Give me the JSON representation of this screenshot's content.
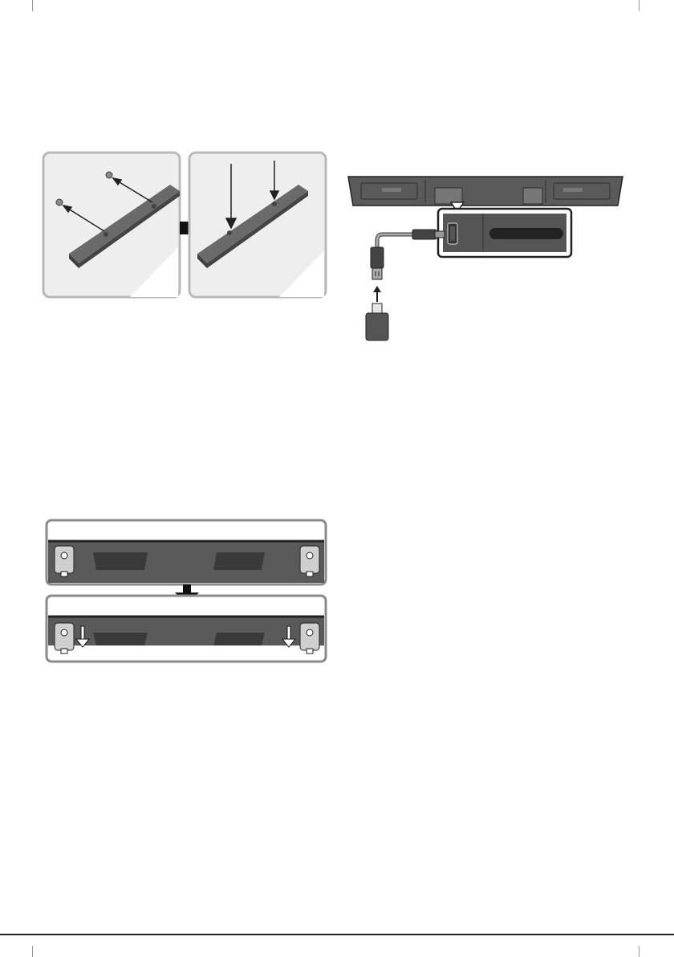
{
  "page": {
    "figures": [
      {
        "id": "wall-mount",
        "icon": "soundbar-wall-mount-steps"
      },
      {
        "id": "usb-connection",
        "icon": "usb-port-connection"
      },
      {
        "id": "bracket-slide",
        "icon": "soundbar-bracket-slide-down"
      }
    ],
    "colors": {
      "soundbar": "#5a5a5a",
      "panel_bg": "#eeeeee",
      "arrow": "#111111"
    }
  }
}
